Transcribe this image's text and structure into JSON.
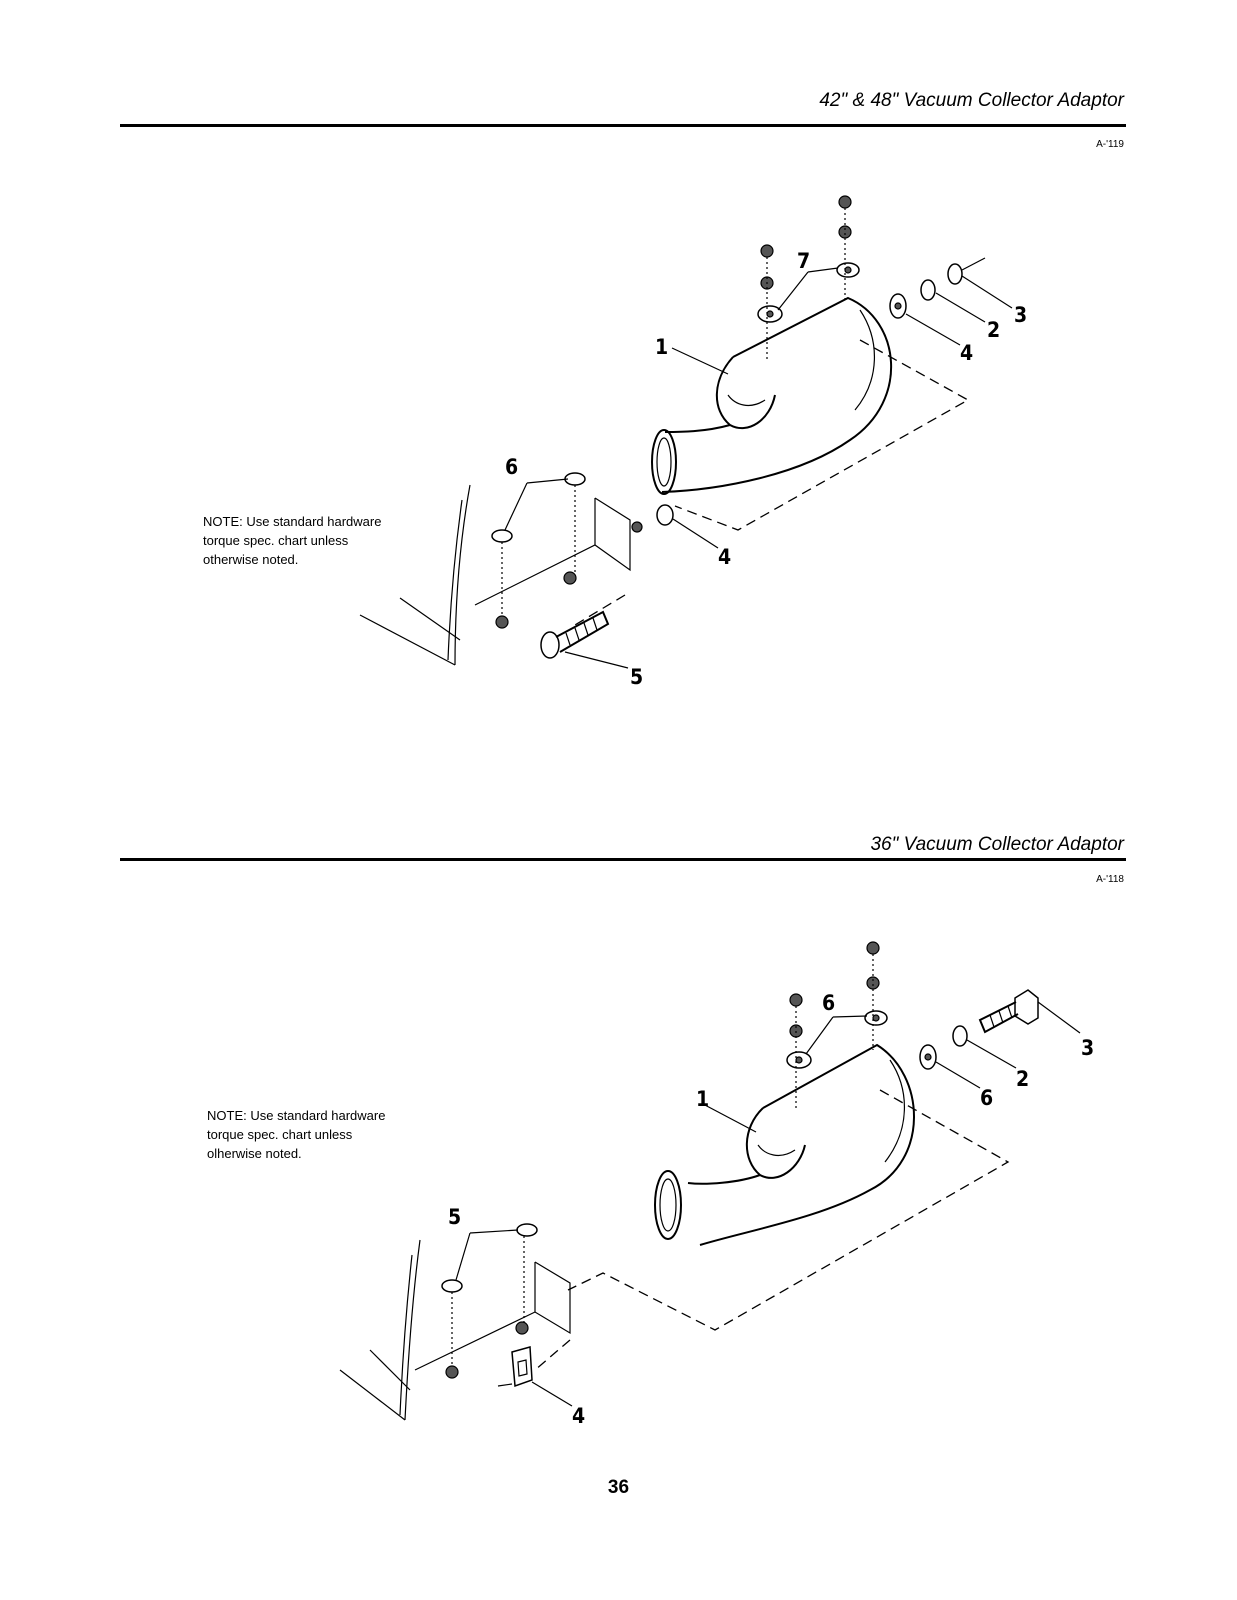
{
  "page_number": "36",
  "sections": [
    {
      "title": "42\" & 48\" Vacuum Collector Adaptor",
      "figure_id": "A-'119",
      "note": [
        "NOTE: Use standard hardware",
        "torque spec. chart unless",
        "otherwise noted."
      ],
      "callouts": [
        "1",
        "2",
        "3",
        "4",
        "4",
        "5",
        "6",
        "7"
      ]
    },
    {
      "title": "36\" Vacuum Collector Adaptor",
      "figure_id": "A-'118",
      "note": [
        "NOTE: Use standard hardware",
        "torque spec. chart unless",
        "olherwise noted."
      ],
      "callouts": [
        "1",
        "2",
        "3",
        "4",
        "5",
        "6",
        "6"
      ]
    }
  ]
}
